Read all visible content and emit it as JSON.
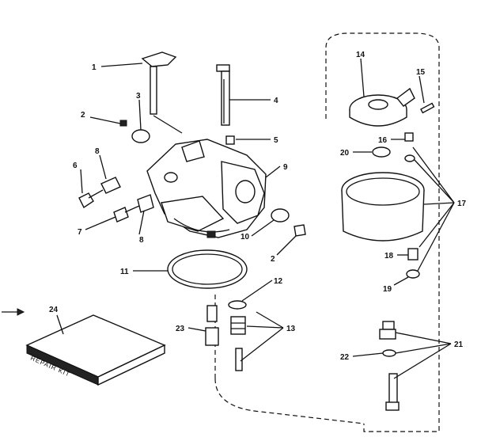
{
  "labels": {
    "p1": "1",
    "p2a": "2",
    "p2b": "2",
    "p3": "3",
    "p4": "4",
    "p5": "5",
    "p6": "6",
    "p7": "7",
    "p8a": "8",
    "p8b": "8",
    "p9": "9",
    "p10": "10",
    "p11": "11",
    "p12": "12",
    "p13": "13",
    "p14": "14",
    "p15": "15",
    "p16": "16",
    "p17": "17",
    "p18": "18",
    "p19": "19",
    "p20": "20",
    "p21": "21",
    "p22": "22",
    "p23": "23",
    "p24": "24"
  },
  "kit_text": "REPAIR KIT"
}
